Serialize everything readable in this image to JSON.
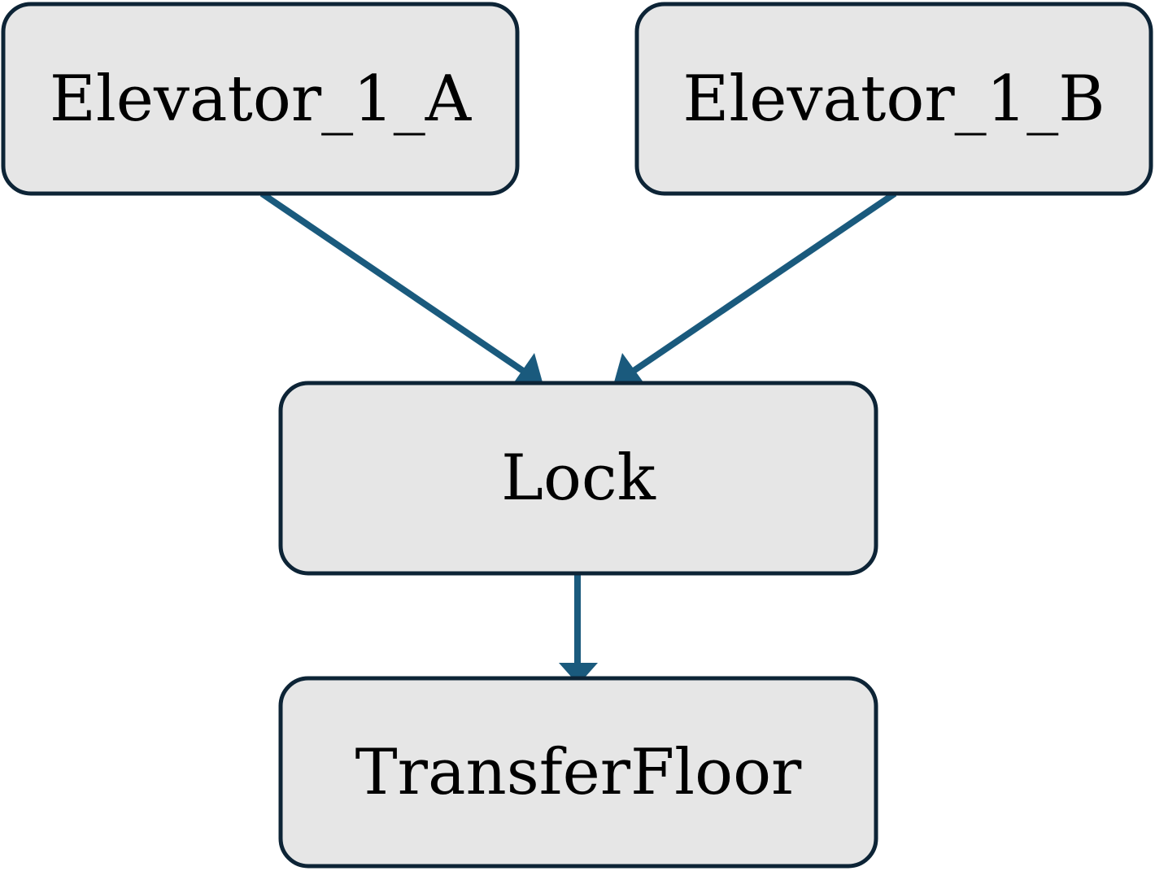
{
  "diagram": {
    "type": "flowchart",
    "colors": {
      "node_fill": "#e6e6e6",
      "node_border": "#0d2436",
      "edge": "#1a5a7d"
    },
    "nodes": {
      "elevator_1_a": {
        "label": "Elevator_1_A"
      },
      "elevator_1_b": {
        "label": "Elevator_1_B"
      },
      "lock": {
        "label": "Lock"
      },
      "transfer_floor": {
        "label": "TransferFloor"
      }
    },
    "edges": [
      {
        "from": "elevator_1_a",
        "to": "lock"
      },
      {
        "from": "elevator_1_b",
        "to": "lock"
      },
      {
        "from": "lock",
        "to": "transfer_floor"
      }
    ]
  }
}
